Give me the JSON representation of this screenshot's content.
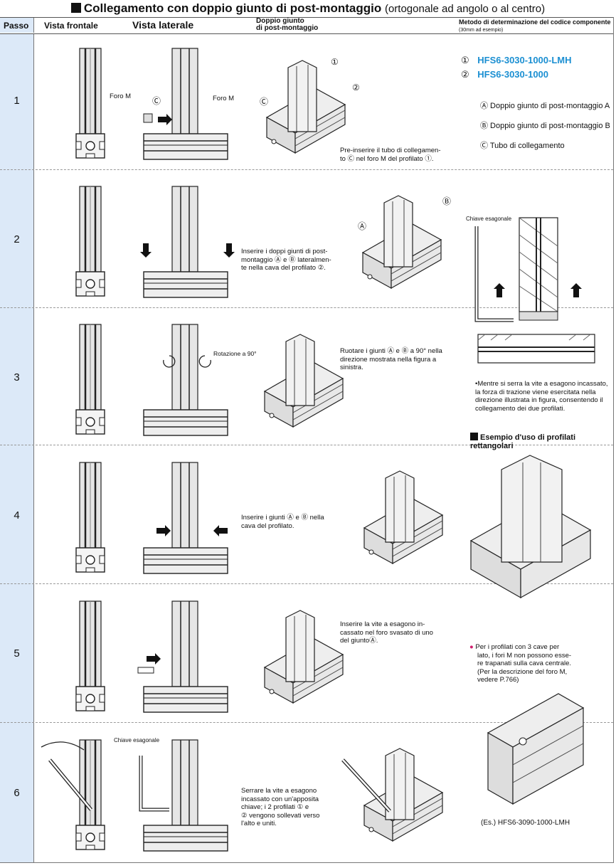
{
  "title": {
    "main": "Collegamento con doppio giunto di post-montaggio",
    "sub": "(ortogonale ad angolo o al centro)"
  },
  "header": {
    "passo": "Passo",
    "vista_frontale": "Vista frontale",
    "vista_laterale": "Vista laterale",
    "doppio_giunto_1": "Doppio giunto",
    "doppio_giunto_2": "di post-montaggio",
    "metodo_1": "Metodo di determinazione del codice componente",
    "metodo_2": "(30mm ad esempio)"
  },
  "steps": [
    {
      "num": "1",
      "text": [
        "Pre-inserire il tubo di collegamen-",
        "to Ⓒ nel foro M del profilato ①."
      ]
    },
    {
      "num": "2",
      "text": [
        "Inserire i doppi giunti di post-",
        "montaggio Ⓐ e Ⓑ lateralmen-",
        "te nella cava del profilato ②."
      ]
    },
    {
      "num": "3",
      "text": [
        "Ruotare i giunti Ⓐ e Ⓑ a 90° nella",
        "direzione mostrata nella figura a",
        "sinistra."
      ]
    },
    {
      "num": "4",
      "text": [
        "Inserire i giunti Ⓐ e Ⓑ nella",
        "cava del profilato."
      ]
    },
    {
      "num": "5",
      "text": [
        "Inserire la vite a esagono in-",
        "cassato nel foro svasato di uno",
        "del giuntoⒶ."
      ]
    },
    {
      "num": "6",
      "text": [
        "Serrare la vite a esagono",
        "incassato con un'apposita",
        "chiave; i 2 profilati ① e",
        "② vengono sollevati verso",
        "l'alto e uniti."
      ]
    }
  ],
  "labels": {
    "foro_m": "Foro M",
    "c_mark": "Ⓒ",
    "a_mark": "Ⓐ",
    "b_mark": "Ⓑ",
    "one_mark": "①",
    "two_mark": "②",
    "rotazione": "Rotazione a 90°",
    "chiave": "Chiave esagonale"
  },
  "codes": {
    "c1_num": "①",
    "c1": "HFS6-3030-1000-LMH",
    "c2_num": "②",
    "c2": "HFS6-3030-1000",
    "legend_a": "Ⓐ Doppio giunto di post-montaggio A",
    "legend_b": "Ⓑ Doppio giunto di post-montaggio B",
    "legend_c": "Ⓒ Tubo di collegamento"
  },
  "note_tension": [
    "•Mentre si serra la vite a esagono incassato,",
    "la forza di trazione viene esercitata nella",
    "direzione illustrata in figura, consentendo il",
    "collegamento dei due profilati."
  ],
  "example_heading": "Esempio d'uso di profilati rettangolari",
  "note_three": [
    "Per i profilati con 3 cave per",
    "lato, i fori M non possono esse-",
    "re trapanati sulla cava centrale.",
    "(Per la descrizione del foro M,",
    "vedere P.766)"
  ],
  "example_code": "(Es.) HFS6-3090-1000-LMH",
  "colors": {
    "pass_bg": "#dce9f8",
    "code_blue": "#1b8fd2"
  }
}
